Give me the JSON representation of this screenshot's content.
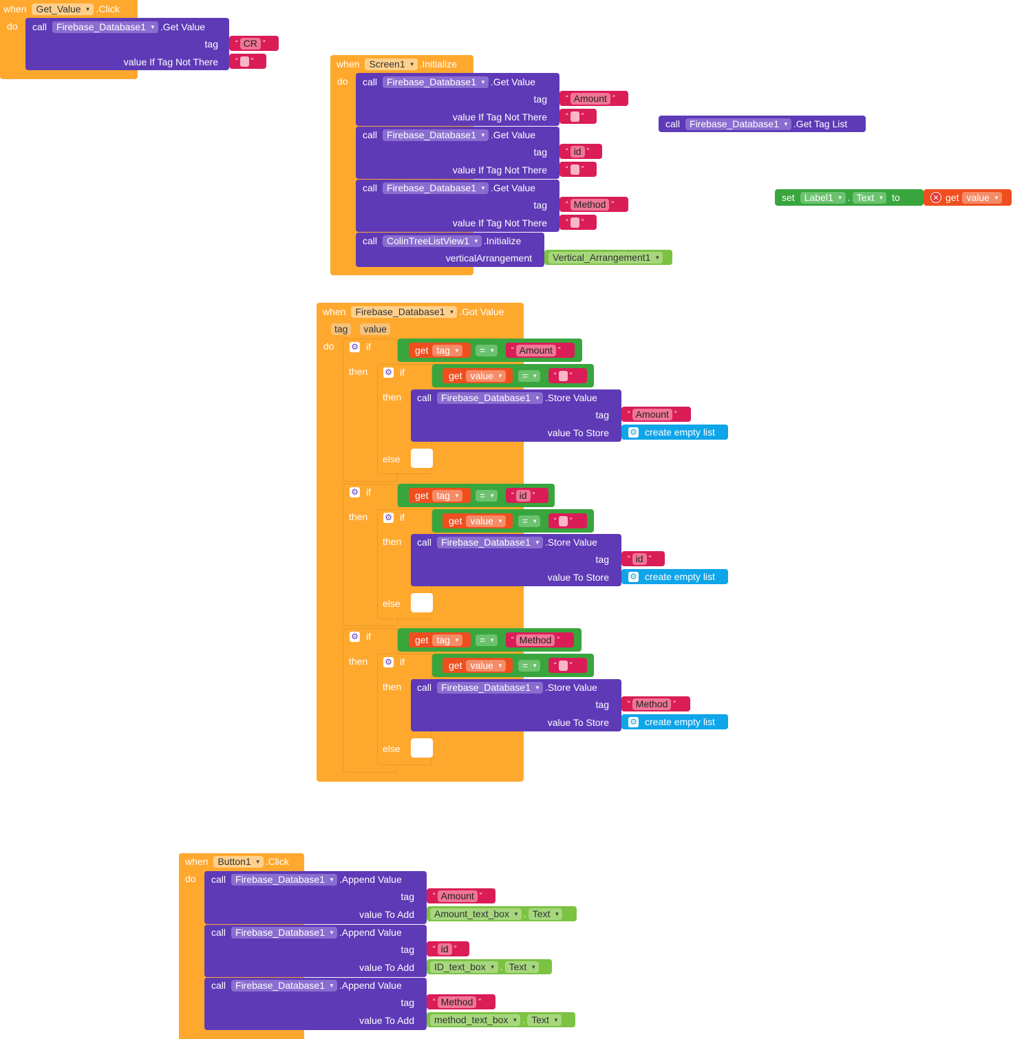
{
  "kw": {
    "when": "when",
    "do": "do",
    "call": "call",
    "tag": "tag",
    "if": "if",
    "then": "then",
    "else": "else",
    "get": "get",
    "set": "set",
    "to": "to",
    "value_if_tag_not_there": "value If Tag Not There",
    "value_to_store": "value To Store",
    "value_to_add": "value To Add",
    "vertical_arrangement": "verticalArrangement",
    "eq": "=",
    "create_empty_list": "create empty list",
    "dot": "."
  },
  "components": {
    "get_value_btn": "Get_Value",
    "screen1": "Screen1",
    "db": "Firebase_Database1",
    "tree": "ColinTreeListView1",
    "vert": "Vertical_Arrangement1",
    "label1": "Label1",
    "button1": "Button1",
    "amount_box": "Amount_text_box",
    "id_box": "ID_text_box",
    "method_box": "method_text_box"
  },
  "events": {
    "click": ".Click",
    "initialize": ".Initialize",
    "got_value": ".Got Value"
  },
  "methods": {
    "get_value": ".Get Value",
    "get_tag_list": ".Get Tag List",
    "store_value": ".Store Value",
    "append_value": ".Append Value",
    "initialize": ".Initialize"
  },
  "props": {
    "text": "Text"
  },
  "params": {
    "tag": "tag",
    "value": "value"
  },
  "strings": {
    "cr": "CR",
    "amount": "Amount",
    "id": "id",
    "method": "Method"
  }
}
